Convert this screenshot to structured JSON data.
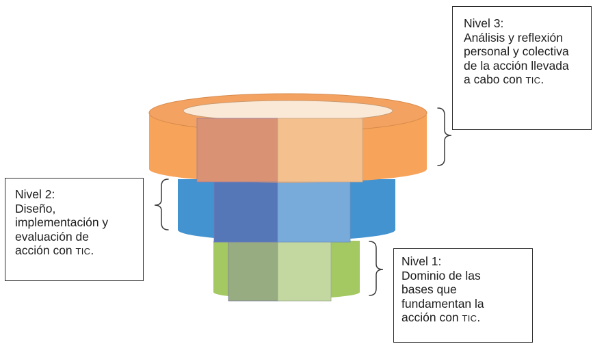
{
  "levels": [
    {
      "id": "level-3",
      "lines": [
        "Nivel 3:",
        "Análisis y reflexión",
        "personal y colectiva",
        "de la acción llevada"
      ],
      "last_line_prefix": "a cabo con ",
      "acronym": "TIC",
      "last_line_suffix": "."
    },
    {
      "id": "level-2",
      "lines": [
        "Nivel 2:",
        "Diseño,",
        "implementación y",
        "evaluación de"
      ],
      "last_line_prefix": "acción con ",
      "acronym": "TIC",
      "last_line_suffix": "."
    },
    {
      "id": "level-1",
      "lines": [
        "Nivel 1:",
        "Dominio de las",
        "bases que",
        "fundamentan la"
      ],
      "last_line_prefix": "acción con ",
      "acronym": "TIC",
      "last_line_suffix": "."
    }
  ],
  "colors": {
    "top_tier_body": "#f7a35a",
    "top_tier_rim": "#f4a262",
    "top_tier_hole": "#fbe9d8",
    "top_tier_panel_left": "#d99274",
    "top_tier_panel_right": "#f4c08d",
    "middle_tier_body": "#4493d1",
    "middle_tier_panel_left": "#5577b8",
    "middle_tier_panel_right": "#79abda",
    "bottom_tier_body": "#a4c862",
    "bottom_tier_panel_left": "#97ac80",
    "bottom_tier_panel_right": "#c3d8a0",
    "bracket": "#3a3a3a",
    "text": "#1c1c1c"
  }
}
